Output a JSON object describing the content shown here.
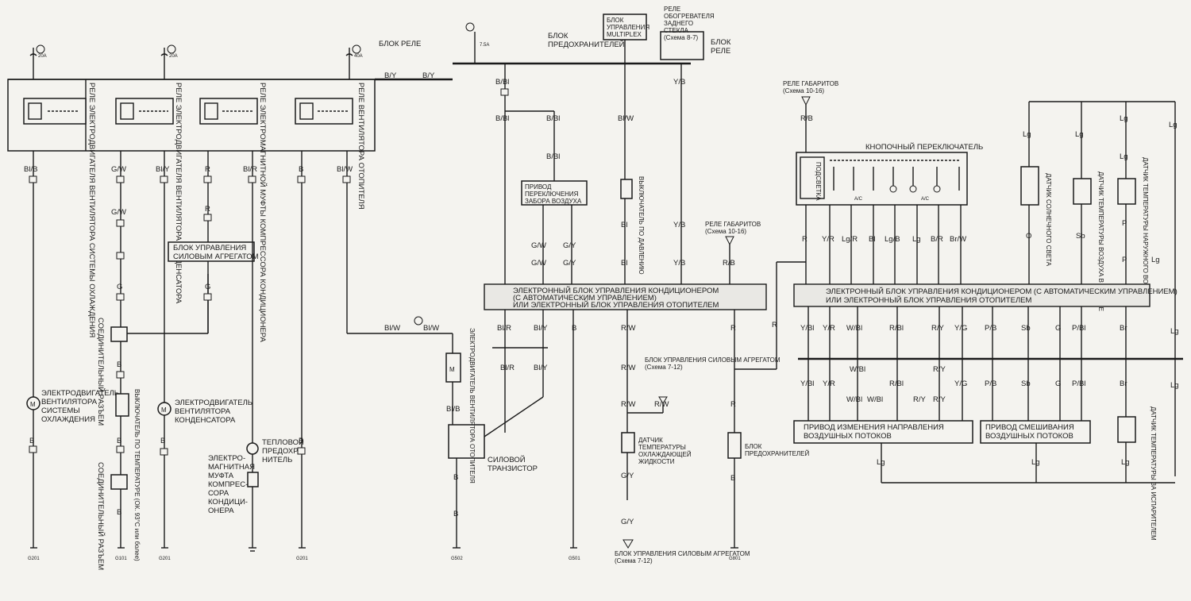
{
  "labels": {
    "relay_block_left": "БЛОК РЕЛЕ",
    "relay_block_right": "БЛОК РЕЛЕ",
    "fuse_block_top": "БЛОК ПРЕДОХРАНИТЕЛЕЙ",
    "multiplex": "БЛОК УПРАВЛЕНИЯ MULTIPLEX",
    "rear_defrost_relay": "РЕЛЕ ОБОГРЕВАТЕЛЯ ЗАДНЕГО СТЕКЛА",
    "rear_defrost_ref": "(Схема 8-7)",
    "relay_cooling_fan": "РЕЛЕ ЭЛЕКТРОДВИГАТЕЛЯ ВЕНТИЛЯТОРА СИСТЕМЫ ОХЛАЖДЕНИЯ",
    "relay_condenser_fan": "РЕЛЕ ЭЛЕКТРОДВИГАТЕЛЯ ВЕНТИЛЯТОРА КОНДЕНСАТОРА",
    "relay_compressor_clutch": "РЕЛЕ ЭЛЕКТРОМАГНИТНОЙ МУФТЫ КОМПРЕССОРА КОНДИЦИОНЕРА",
    "relay_heater_fan": "РЕЛЕ ВЕНТИЛЯТОРА ОТОПИТЕЛЯ",
    "pcm": "БЛОК УПРАВЛЕНИЯ СИЛОВЫМ АГРЕГАТОМ",
    "connector": "СОЕДИНИТЕЛЬНЫЙ РАЗЪЕМ",
    "cooling_fan_motor": "ЭЛЕКТРОДВИГАТЕЛЬ ВЕНТИЛЯТОРА СИСТЕМЫ ОХЛАЖДЕНИЯ",
    "temp_switch": "ВЫКЛЮЧАТЕЛЬ ПО ТЕМПЕРАТУРЕ (ОК. 93°С или более)",
    "condenser_fan_motor": "ЭЛЕКТРОДВИГАТЕЛЬ ВЕНТИЛЯТОРА КОНДЕНСАТОРА",
    "thermal_fuse": "ТЕПЛОВОЙ ПРЕДОХРА- НИТЕЛЬ",
    "compressor_clutch": "ЭЛЕКТРО- МАГНИТНАЯ МУФТА КОМПРЕС- СОРА КОНДИЦИ- ОНЕРА",
    "air_intake_actuator": "ПРИВОД ПЕРЕКЛЮЧЕНИЯ ЗАБОРА ВОЗДУХА",
    "pressure_switch": "ВЫКЛЮЧАТЕЛЬ ПО ДАВЛЕНИЮ",
    "position_relay": "РЕЛЕ ГАБАРИТОВ",
    "position_relay_ref": "(Схема 10-16)",
    "ecu_line1": "ЭЛЕКТРОННЫЙ БЛОК УПРАВЛЕНИЯ КОНДИЦИОНЕРОМ",
    "ecu_line2": "(С АВТОМАТИЧЕСКИМ УПРАВЛЕНИЕМ)",
    "ecu_line3": "ИЛИ ЭЛЕКТРОННЫЙ БЛОК УПРАВЛЕНИЯ ОТОПИТЕЛЕМ",
    "ecu_right_line1": "ЭЛЕКТРОННЫЙ БЛОК УПРАВЛЕНИЯ КОНДИЦИОНЕРОМ (С АВТОМАТИЧЕСКИМ УПРАВЛЕНИЕМ)",
    "ecu_right_line2": "ИЛИ ЭЛЕКТРОННЫЙ БЛОК УПРАВЛЕНИЯ ОТОПИТЕЛЕМ",
    "heater_fan_motor": "ЭЛЕКТРОДВИГАТЕЛЬ ВЕНТИЛЯТОРА ОТОПИТЕЛЯ",
    "power_transistor": "СИЛОВОЙ ТРАНЗИСТОР",
    "pcm_ref": "БЛОК УПРАВЛЕНИЯ СИЛОВЫМ АГРЕГАТОМ",
    "pcm_ref_num": "(Схема 7-12)",
    "coolant_sensor": "ДАТЧИК ТЕМПЕРАТУРЫ ОХЛАЖДАЮЩЕЙ ЖИДКОСТИ",
    "fuse_block_bottom": "БЛОК ПРЕДОХРАНИТЕЛЕЙ",
    "push_switch": "КНОПОЧНЫЙ ПЕРЕКЛЮЧАТЕЛЬ",
    "backlight": "ПОДСВЕТКА",
    "sun_sensor": "ДАТЧИК СОЛНЕЧНОГО СВЕТА",
    "cabin_temp_sensor": "ДАТЧИК ТЕМПЕРАТУРЫ ВОЗДУХА В САЛОНЕ",
    "outside_temp_sensor": "ДАТЧИК ТЕМПЕРАТУРЫ НАРУЖНОГО ВОЗДУХА",
    "mode_actuator": "ПРИВОД ИЗМЕНЕНИЯ НАПРАВЛЕНИЯ ВОЗДУШНЫХ ПОТОКОВ",
    "mix_actuator": "ПРИВОД СМЕШИВАНИЯ ВОЗДУШНЫХ ПОТОКОВ",
    "evap_sensor": "ДАТЧИК ТЕМПЕРАТУРЫ ЗА ИСПАРИТЕЛЕМ"
  },
  "wires": {
    "by": "B/Y",
    "bbl": "B/Bl",
    "blw": "Bl/W",
    "yb": "Y/B",
    "rb": "R/B",
    "blb": "Bl/B",
    "gw": "G/W",
    "bly": "Bl/Y",
    "r": "R",
    "blr": "Bl/R",
    "b": "B",
    "g": "G",
    "gy": "G/Y",
    "bl": "Bl",
    "yr": "Y/R",
    "lgr": "Lg/R",
    "lgb": "Lg/B",
    "lg": "Lg",
    "br": "B/R",
    "brw": "Br/W",
    "o": "O",
    "sb": "Sb",
    "p": "P",
    "ybl": "Y/Bl",
    "wbl": "W/Bl",
    "rbl": "R/Bl",
    "ry": "R/Y",
    "yg": "Y/G",
    "pb": "P/B",
    "pbl": "P/Bl",
    "brr": "Br",
    "rw": "R/W",
    "blrr": "Bl/R"
  },
  "grounds": [
    "G201",
    "G101",
    "G201",
    "G201",
    "G502",
    "G501",
    "G801"
  ],
  "fuses": [
    "20A",
    "20A",
    "40A",
    "7.5A"
  ],
  "switch_symbols": [
    "A/C",
    "A/C"
  ]
}
